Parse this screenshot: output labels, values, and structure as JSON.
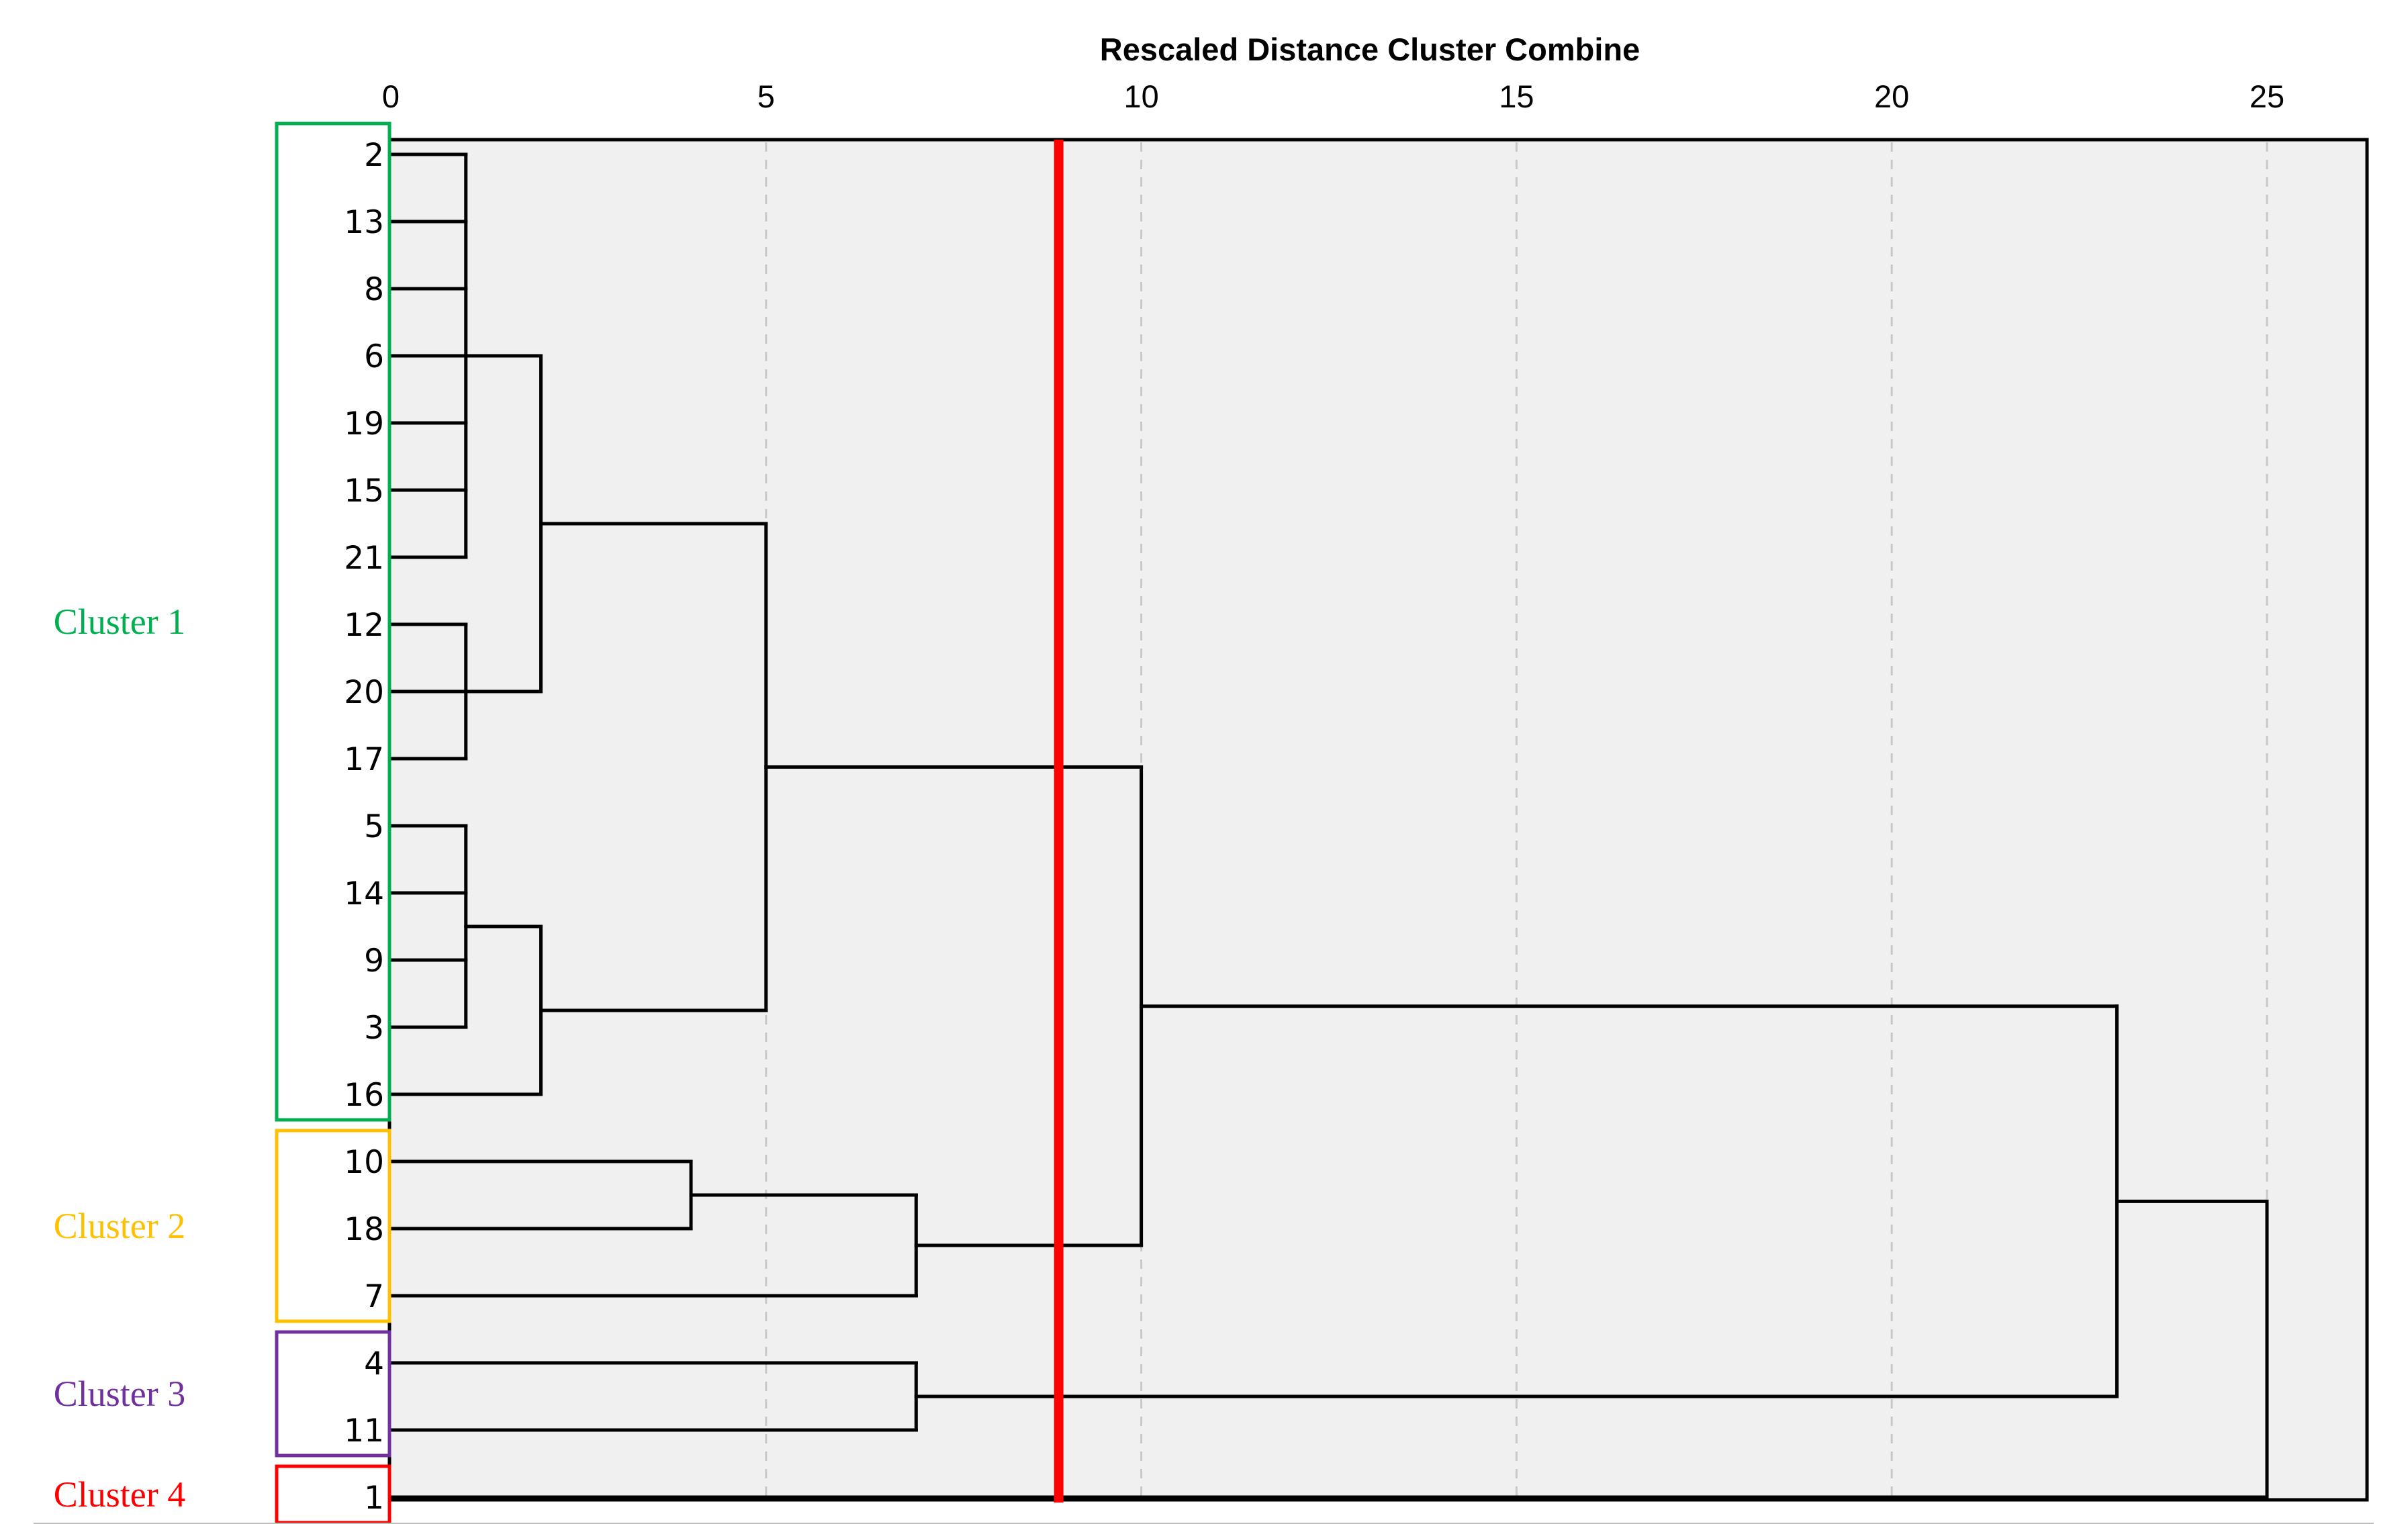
{
  "chart_data": {
    "type": "dendrogram",
    "title": "Rescaled Distance Cluster Combine",
    "xlim": [
      0,
      25
    ],
    "x_ticks": [
      0,
      5,
      10,
      15,
      20,
      25
    ],
    "grid": "vertical dashed",
    "cut_line": {
      "x": 8.9,
      "color": "#ff0000"
    },
    "leaf_order": [
      "2",
      "13",
      "8",
      "6",
      "19",
      "15",
      "21",
      "12",
      "20",
      "17",
      "5",
      "14",
      "9",
      "3",
      "16",
      "10",
      "18",
      "7",
      "4",
      "11",
      "1"
    ],
    "nodes": {
      "A": {
        "children": [
          "2",
          "13",
          "8",
          "6",
          "19",
          "15",
          "21"
        ],
        "height": 1
      },
      "B": {
        "children": [
          "12",
          "20",
          "17"
        ],
        "height": 1
      },
      "C": {
        "children": [
          "5",
          "14",
          "9",
          "3"
        ],
        "height": 1
      },
      "D": {
        "children": [
          "A",
          "B"
        ],
        "height": 2
      },
      "E": {
        "children": [
          "C",
          "16"
        ],
        "height": 2
      },
      "F": {
        "children": [
          "D",
          "E"
        ],
        "height": 5
      },
      "G": {
        "children": [
          "10",
          "18"
        ],
        "height": 4
      },
      "H": {
        "children": [
          "G",
          "7"
        ],
        "height": 7
      },
      "I": {
        "children": [
          "F",
          "H"
        ],
        "height": 10
      },
      "J": {
        "children": [
          "4",
          "11"
        ],
        "height": 7
      },
      "K": {
        "children": [
          "I",
          "J"
        ],
        "height": 23
      },
      "L": {
        "children": [
          "K",
          "1"
        ],
        "height": 25
      }
    },
    "clusters": [
      {
        "name": "Cluster 1",
        "color": "#00b050",
        "members": [
          "2",
          "13",
          "8",
          "6",
          "19",
          "15",
          "21",
          "12",
          "20",
          "17",
          "5",
          "14",
          "9",
          "3",
          "16"
        ]
      },
      {
        "name": "Cluster 2",
        "color": "#ffc000",
        "members": [
          "10",
          "18",
          "7"
        ]
      },
      {
        "name": "Cluster 3",
        "color": "#7030a0",
        "members": [
          "4",
          "11"
        ]
      },
      {
        "name": "Cluster 4",
        "color": "#ff0000",
        "members": [
          "1"
        ]
      }
    ]
  }
}
